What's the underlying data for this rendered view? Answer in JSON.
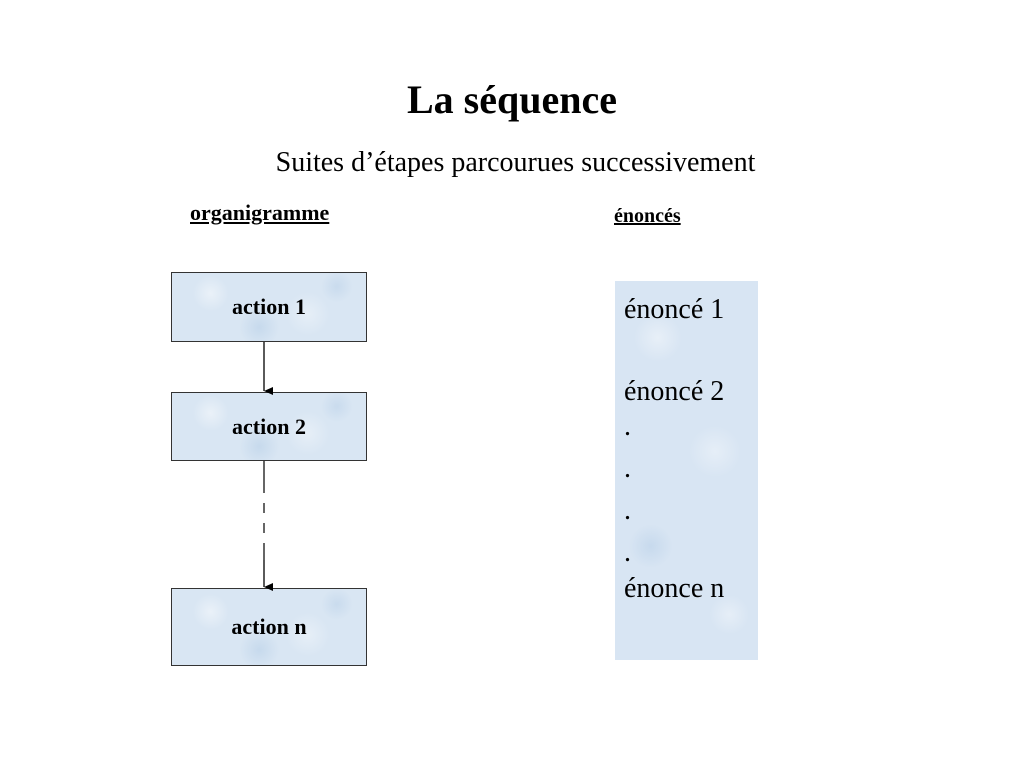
{
  "title": "La séquence",
  "subtitle": "Suites d’étapes parcourues successivement",
  "flowchart": {
    "heading": "organigramme",
    "actions": [
      "action 1",
      "action 2",
      "action n"
    ]
  },
  "statements": {
    "heading": "énoncés",
    "first": "énoncé 1",
    "second": "énoncé 2",
    "dots": [
      ".",
      ".",
      ".",
      "."
    ],
    "last": "énonce n"
  },
  "colors": {
    "box_fill": "#d9e6f3",
    "border": "#333333",
    "text": "#000000"
  }
}
